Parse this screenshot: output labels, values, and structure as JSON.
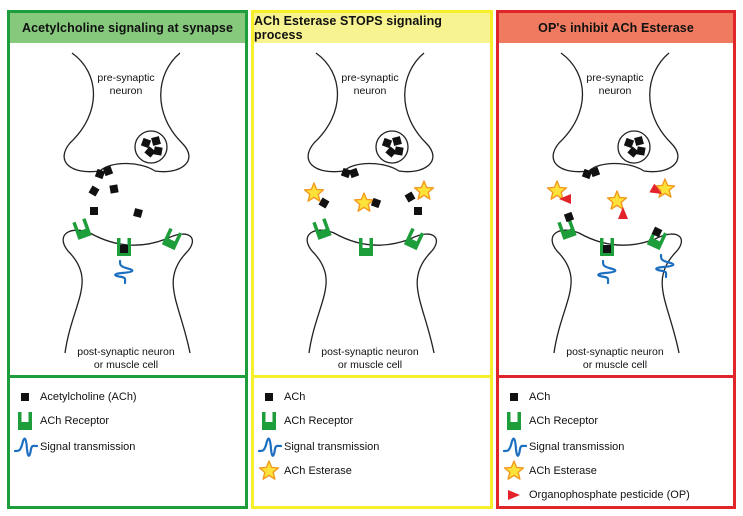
{
  "colors": {
    "green": "#1e9e3a",
    "yellow": "#f6ef2a",
    "red": "#e0262a",
    "header_green": "#86c87c",
    "header_yellow": "#f7f390",
    "header_red": "#f07a60",
    "receptor_green": "#1e9e3a",
    "signal_blue": "#1c6fc0",
    "esterase_yellow": "#fde23a",
    "esterase_outline": "#f39a1e",
    "op_red": "#e3222a"
  },
  "panels": [
    {
      "title": "Acetylcholine signaling at synapse",
      "pre_label_1": "pre-synaptic",
      "pre_label_2": "neuron",
      "post_label_1": "post-synaptic neuron",
      "post_label_2": "or muscle cell",
      "legend": [
        {
          "icon": "ach-square-icon",
          "label": "Acetylcholine (ACh)"
        },
        {
          "icon": "ach-receptor-icon",
          "label": "ACh Receptor"
        },
        {
          "icon": "signal-wave-icon",
          "label": "Signal transmission"
        }
      ]
    },
    {
      "title": "ACh Esterase STOPS signaling process",
      "pre_label_1": "pre-synaptic",
      "pre_label_2": "neuron",
      "post_label_1": "post-synaptic neuron",
      "post_label_2": "or muscle cell",
      "legend": [
        {
          "icon": "ach-square-icon",
          "label": "ACh"
        },
        {
          "icon": "ach-receptor-icon",
          "label": "ACh Receptor"
        },
        {
          "icon": "signal-wave-icon",
          "label": "Signal transmission"
        },
        {
          "icon": "esterase-star-icon",
          "label": "ACh Esterase"
        }
      ]
    },
    {
      "title": "OP's inhibit ACh Esterase",
      "pre_label_1": "pre-synaptic",
      "pre_label_2": "neuron",
      "post_label_1": "post-synaptic neuron",
      "post_label_2": "or muscle cell",
      "legend": [
        {
          "icon": "ach-square-icon",
          "label": "ACh"
        },
        {
          "icon": "ach-receptor-icon",
          "label": "ACh Receptor"
        },
        {
          "icon": "signal-wave-icon",
          "label": "Signal transmission"
        },
        {
          "icon": "esterase-star-icon",
          "label": "ACh Esterase"
        },
        {
          "icon": "op-triangle-icon",
          "label": "Organophosphate pesticide (OP)"
        }
      ]
    }
  ]
}
